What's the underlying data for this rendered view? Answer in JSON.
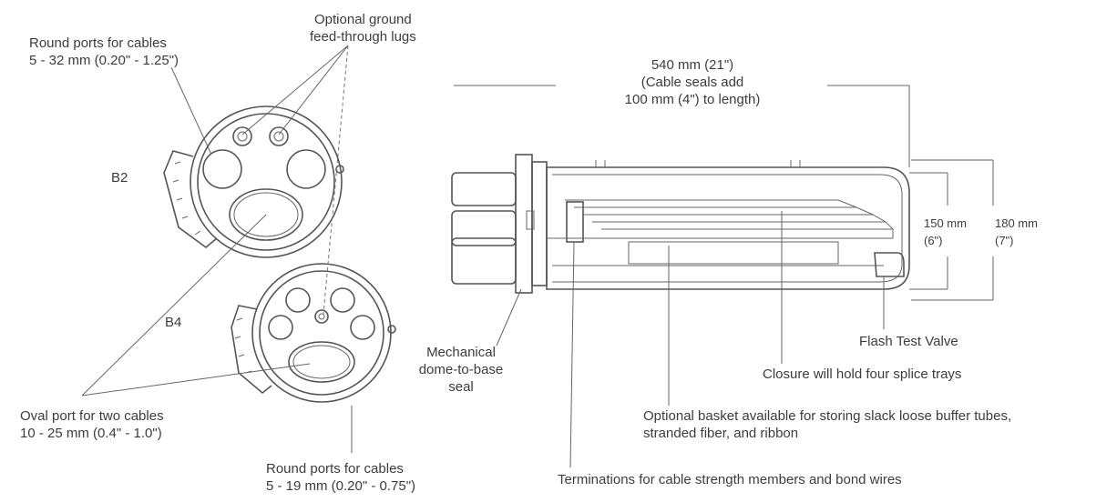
{
  "labels": {
    "round_ports_b2": [
      "Round ports for cables",
      "5 - 32 mm (0.20\" - 1.25\")"
    ],
    "ground_lugs": [
      "Optional ground",
      "feed-through lugs"
    ],
    "b2": "B2",
    "b4": "B4",
    "oval_port": [
      "Oval port for two cables",
      "10 - 25 mm (0.4\" - 1.0\")"
    ],
    "round_ports_b4": [
      "Round ports for cables",
      "5 - 19 mm (0.20\" - 0.75\")"
    ],
    "length": [
      "540 mm (21\")",
      "(Cable seals add",
      "100 mm (4\") to length)"
    ],
    "dim_150": [
      "150 mm",
      "(6\")"
    ],
    "dim_180": [
      "180 mm",
      "(7\")"
    ],
    "mech_seal": [
      "Mechanical",
      "dome-to-base",
      "seal"
    ],
    "flash_valve": "Flash Test Valve",
    "splice_trays": "Closure will hold four splice trays",
    "basket": [
      "Optional basket available for storing slack loose buffer tubes,",
      "stranded fiber, and ribbon"
    ],
    "terminations": "Terminations for cable strength members and bond wires"
  }
}
